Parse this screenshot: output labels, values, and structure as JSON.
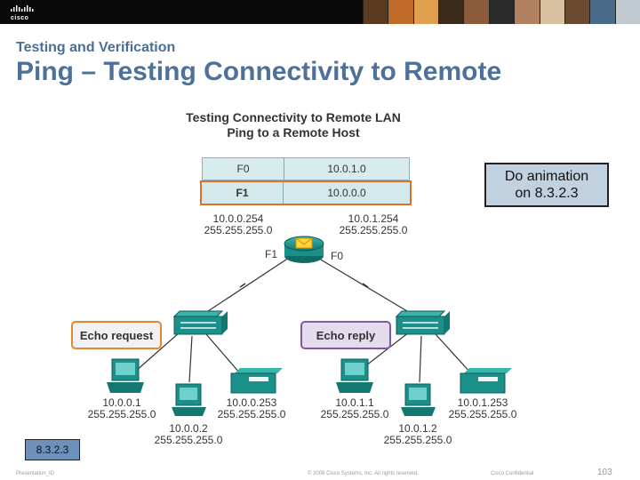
{
  "header": {
    "brand": "cisco",
    "photo_colors": [
      "#5a3a20",
      "#c06a2a",
      "#e0a050",
      "#3a2a1a",
      "#8a5a3a",
      "#2a2a2a",
      "#b08060",
      "#d8c0a0",
      "#6a4a30",
      "#4a6a8a",
      "#c0c8d0"
    ]
  },
  "slide": {
    "subtitle": "Testing and Verification",
    "title": "Ping – Testing Connectivity to Remote"
  },
  "diagram": {
    "title_line1": "Testing Connectivity to Remote LAN",
    "title_line2": "Ping to a Remote Host",
    "routing_table": [
      {
        "interface": "F0",
        "network": "10.0.1.0"
      },
      {
        "interface": "F1",
        "network": "10.0.0.0"
      }
    ],
    "router": {
      "f1_ip": "10.0.0.254",
      "f1_mask": "255.255.255.0",
      "f0_ip": "10.0.1.254",
      "f0_mask": "255.255.255.0",
      "f1_label": "F1",
      "f0_label": "F0"
    },
    "echo_request": "Echo request",
    "echo_reply": "Echo reply",
    "hosts": [
      {
        "ip": "10.0.0.1",
        "mask": "255.255.255.0"
      },
      {
        "ip": "10.0.0.2",
        "mask": "255.255.255.0"
      },
      {
        "ip": "10.0.0.253",
        "mask": "255.255.255.0"
      },
      {
        "ip": "10.0.1.1",
        "mask": "255.255.255.0"
      },
      {
        "ip": "10.0.1.2",
        "mask": "255.255.255.0"
      },
      {
        "ip": "10.0.1.253",
        "mask": "255.255.255.0"
      }
    ],
    "colors": {
      "device": "#1b8f8a",
      "highlight": "#e0702a",
      "reply": "#8059a6"
    }
  },
  "note": {
    "line1": "Do animation",
    "line2": "on 8.3.2.3"
  },
  "section_tag": "8.3.2.3",
  "footer": {
    "presentation_id": "Presentation_ID",
    "copyright": "© 2008 Cisco Systems, Inc. All rights reserved.",
    "confidential": "Cisco Confidential",
    "page": "103"
  }
}
